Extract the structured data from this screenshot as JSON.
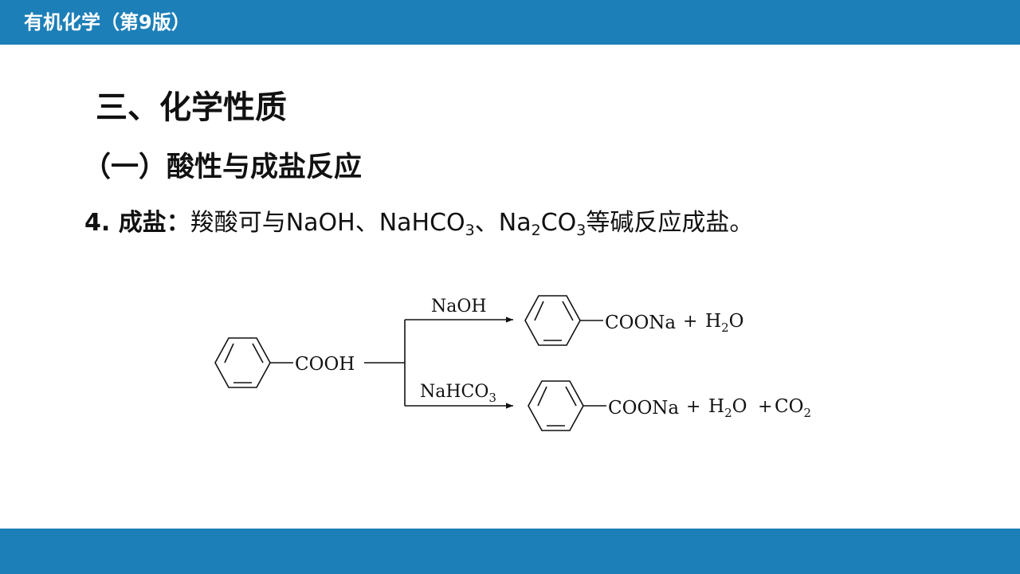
{
  "header": {
    "course_title": "有机化学（第9版）"
  },
  "section": {
    "title": "三、化学性质"
  },
  "subsection": {
    "title": "（一）酸性与成盐反应"
  },
  "point": {
    "label": "4. 成盐",
    "colon": "：",
    "text_1": "羧酸可与NaOH、NaHCO",
    "sub_1": "3",
    "text_2": "、Na",
    "sub_2": "2",
    "text_3": "CO",
    "sub_3": "3",
    "text_4": "等碱反应成盐。"
  },
  "reaction": {
    "reactant": "COOH",
    "upper": {
      "reagent": "NaOH",
      "product": "COONa",
      "plus_1": "+",
      "byproduct_1_prefix": "H",
      "byproduct_1_sub": "2",
      "byproduct_1_suffix": "O"
    },
    "lower": {
      "reagent_prefix": "NaHCO",
      "reagent_sub": "3",
      "product": "COONa",
      "plus_1": "+",
      "byproduct_1_prefix": "H",
      "byproduct_1_sub": "2",
      "byproduct_1_suffix": "O",
      "plus_2": "+",
      "byproduct_2_prefix": "CO",
      "byproduct_2_sub": "2"
    }
  }
}
